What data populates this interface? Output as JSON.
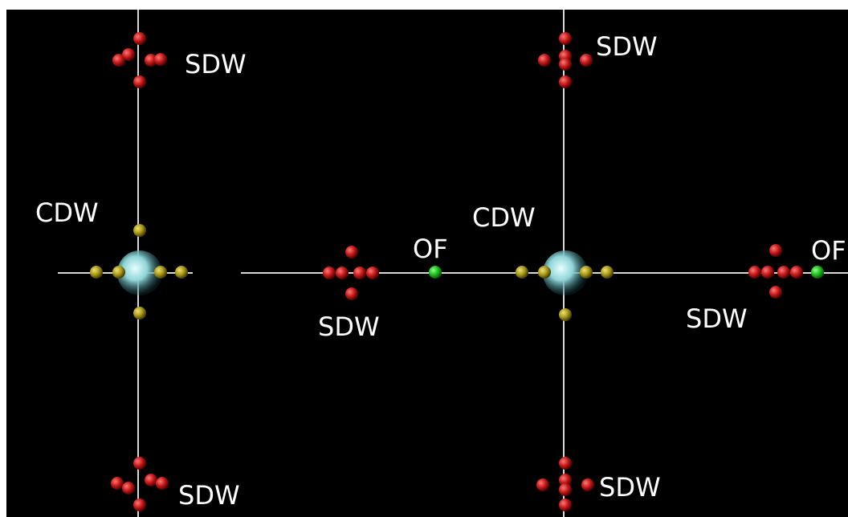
{
  "colors": {
    "background": "#000000",
    "axis": "#d8d8d8",
    "sdw_atom": "#c51a1a",
    "cdw_atom": "#a89a18",
    "cdw_core": "#8fd4d8",
    "of_atom": "#20c020",
    "label": "#ffffff"
  },
  "labels": {
    "sdw_top_left": "SDW",
    "sdw_top_right": "SDW",
    "cdw_left": "CDW",
    "cdw_right": "CDW",
    "of_middle": "OF",
    "of_right": "OF",
    "sdw_mid_left": "SDW",
    "sdw_mid_right": "SDW",
    "sdw_bottom_left": "SDW",
    "sdw_bottom_right": "SDW"
  }
}
